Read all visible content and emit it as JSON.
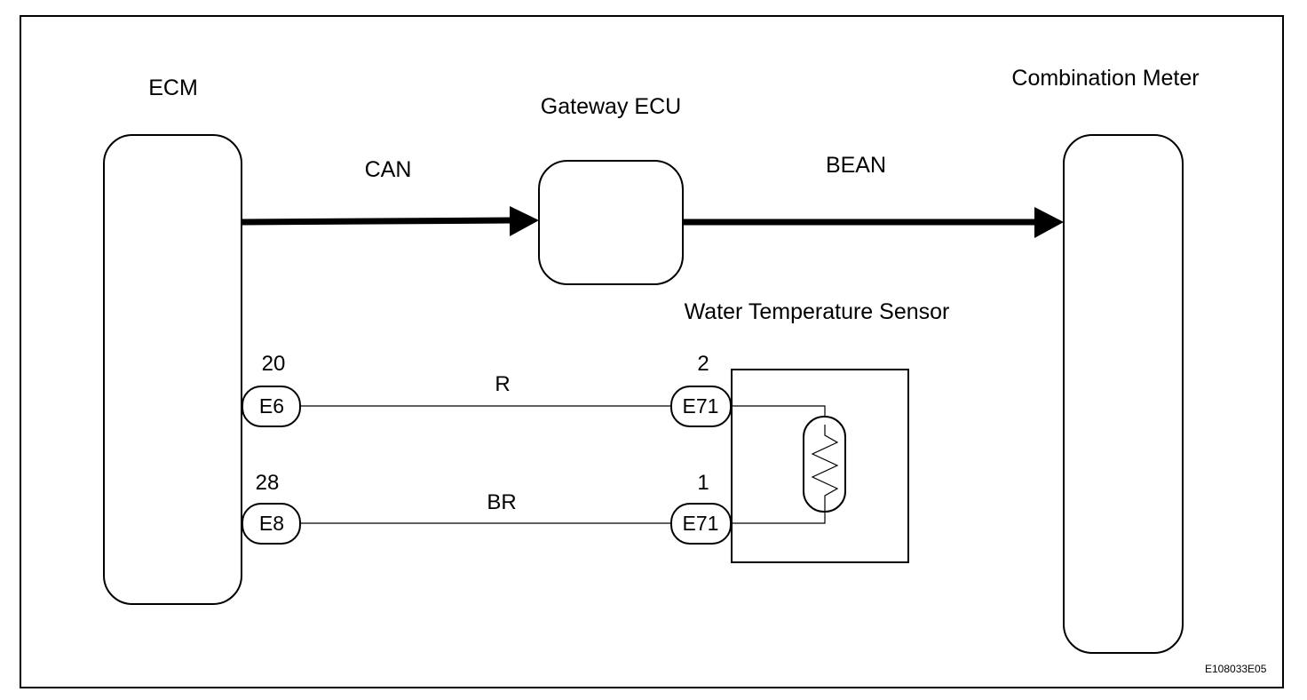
{
  "components": {
    "ecm": {
      "label": "ECM"
    },
    "gateway": {
      "label": "Gateway ECU"
    },
    "meter": {
      "label": "Combination Meter"
    },
    "sensor": {
      "label": "Water Temperature Sensor"
    }
  },
  "buses": [
    {
      "label": "CAN"
    },
    {
      "label": "BEAN"
    }
  ],
  "wires": [
    {
      "color_code": "R",
      "ecm_pin": "20",
      "ecm_connector": "E6",
      "sensor_pin": "2",
      "sensor_connector": "E71"
    },
    {
      "color_code": "BR",
      "ecm_pin": "28",
      "ecm_connector": "E8",
      "sensor_pin": "1",
      "sensor_connector": "E71"
    }
  ],
  "figure_ref": "E108033E05",
  "colors": {
    "line": "#000000",
    "background": "#ffffff"
  }
}
